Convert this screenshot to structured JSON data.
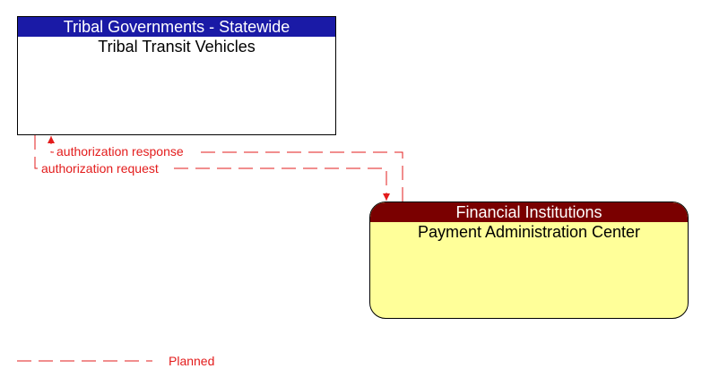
{
  "nodes": {
    "tribal": {
      "stakeholder": "Tribal Governments - Statewide",
      "element": "Tribal Transit Vehicles",
      "header_color": "#1a1aa6",
      "body_color": "#ffffff"
    },
    "payment": {
      "stakeholder": "Financial Institutions",
      "element": "Payment Administration Center",
      "header_color": "#7a0000",
      "body_color": "#ffff99"
    }
  },
  "flows": {
    "response": {
      "label": "authorization response",
      "status": "planned"
    },
    "request": {
      "label": "authorization request",
      "status": "planned"
    }
  },
  "legend": {
    "planned_label": "Planned",
    "planned_color": "#e31c1c"
  }
}
